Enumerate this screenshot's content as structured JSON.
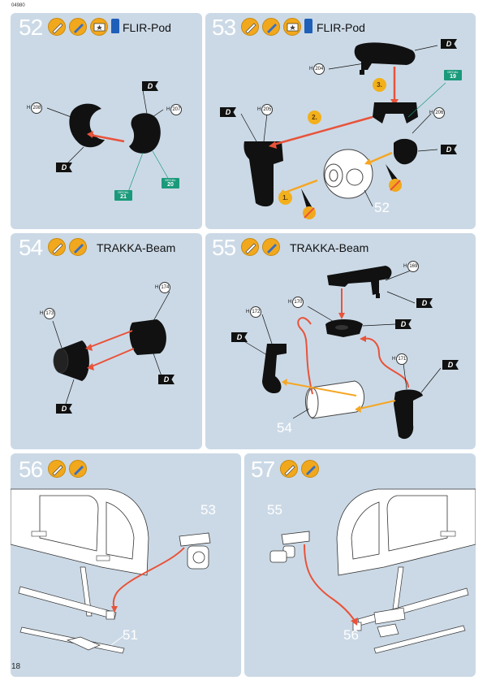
{
  "doc_number": "04980",
  "page_number": "18",
  "steps": [
    {
      "number": "52",
      "title": "FLIR-Pod",
      "parts": [
        "208",
        "207"
      ],
      "decals": [
        "21",
        "20"
      ],
      "decal_word": "DECAL"
    },
    {
      "number": "53",
      "title": "FLIR-Pod",
      "parts": [
        "204",
        "205",
        "206"
      ],
      "decals": [
        "19"
      ],
      "decal_word": "DECAL",
      "sub_steps": [
        "1.",
        "2.",
        "3."
      ],
      "ref": "52"
    },
    {
      "number": "54",
      "title": "TRAKKA-Beam",
      "parts": [
        "174",
        "173"
      ]
    },
    {
      "number": "55",
      "title": "TRAKKA-Beam",
      "parts": [
        "169",
        "170",
        "172",
        "171"
      ],
      "ref": "54"
    },
    {
      "number": "56",
      "title": "",
      "refs": [
        "53",
        "51"
      ]
    },
    {
      "number": "57",
      "title": "",
      "refs": [
        "55",
        "56"
      ]
    }
  ],
  "part_prefix": "H",
  "flag_letter": "D",
  "colors": {
    "panel": "#cbd9e6",
    "part": "#111111",
    "arrow": "#e8533a",
    "icon": "#f2a81c",
    "decal": "#1a9a7a",
    "paint": "#1e5fb8"
  },
  "icons": [
    "glue-icon",
    "paintbrush-icon",
    "decal-water-icon",
    "paint-pot-icon"
  ]
}
